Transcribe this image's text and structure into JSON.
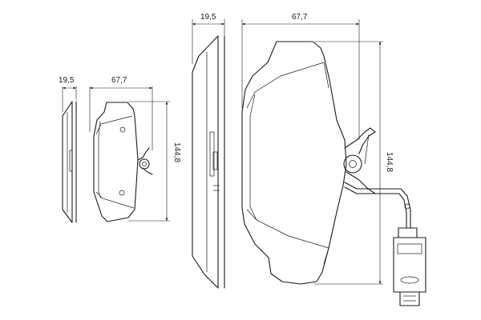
{
  "small_view": {
    "thickness_label": "19,5",
    "width_label": "67,7",
    "height_label": "144,8"
  },
  "large_view": {
    "thickness_label": "19,5",
    "width_label": "67,7",
    "height_label": "144,8"
  }
}
